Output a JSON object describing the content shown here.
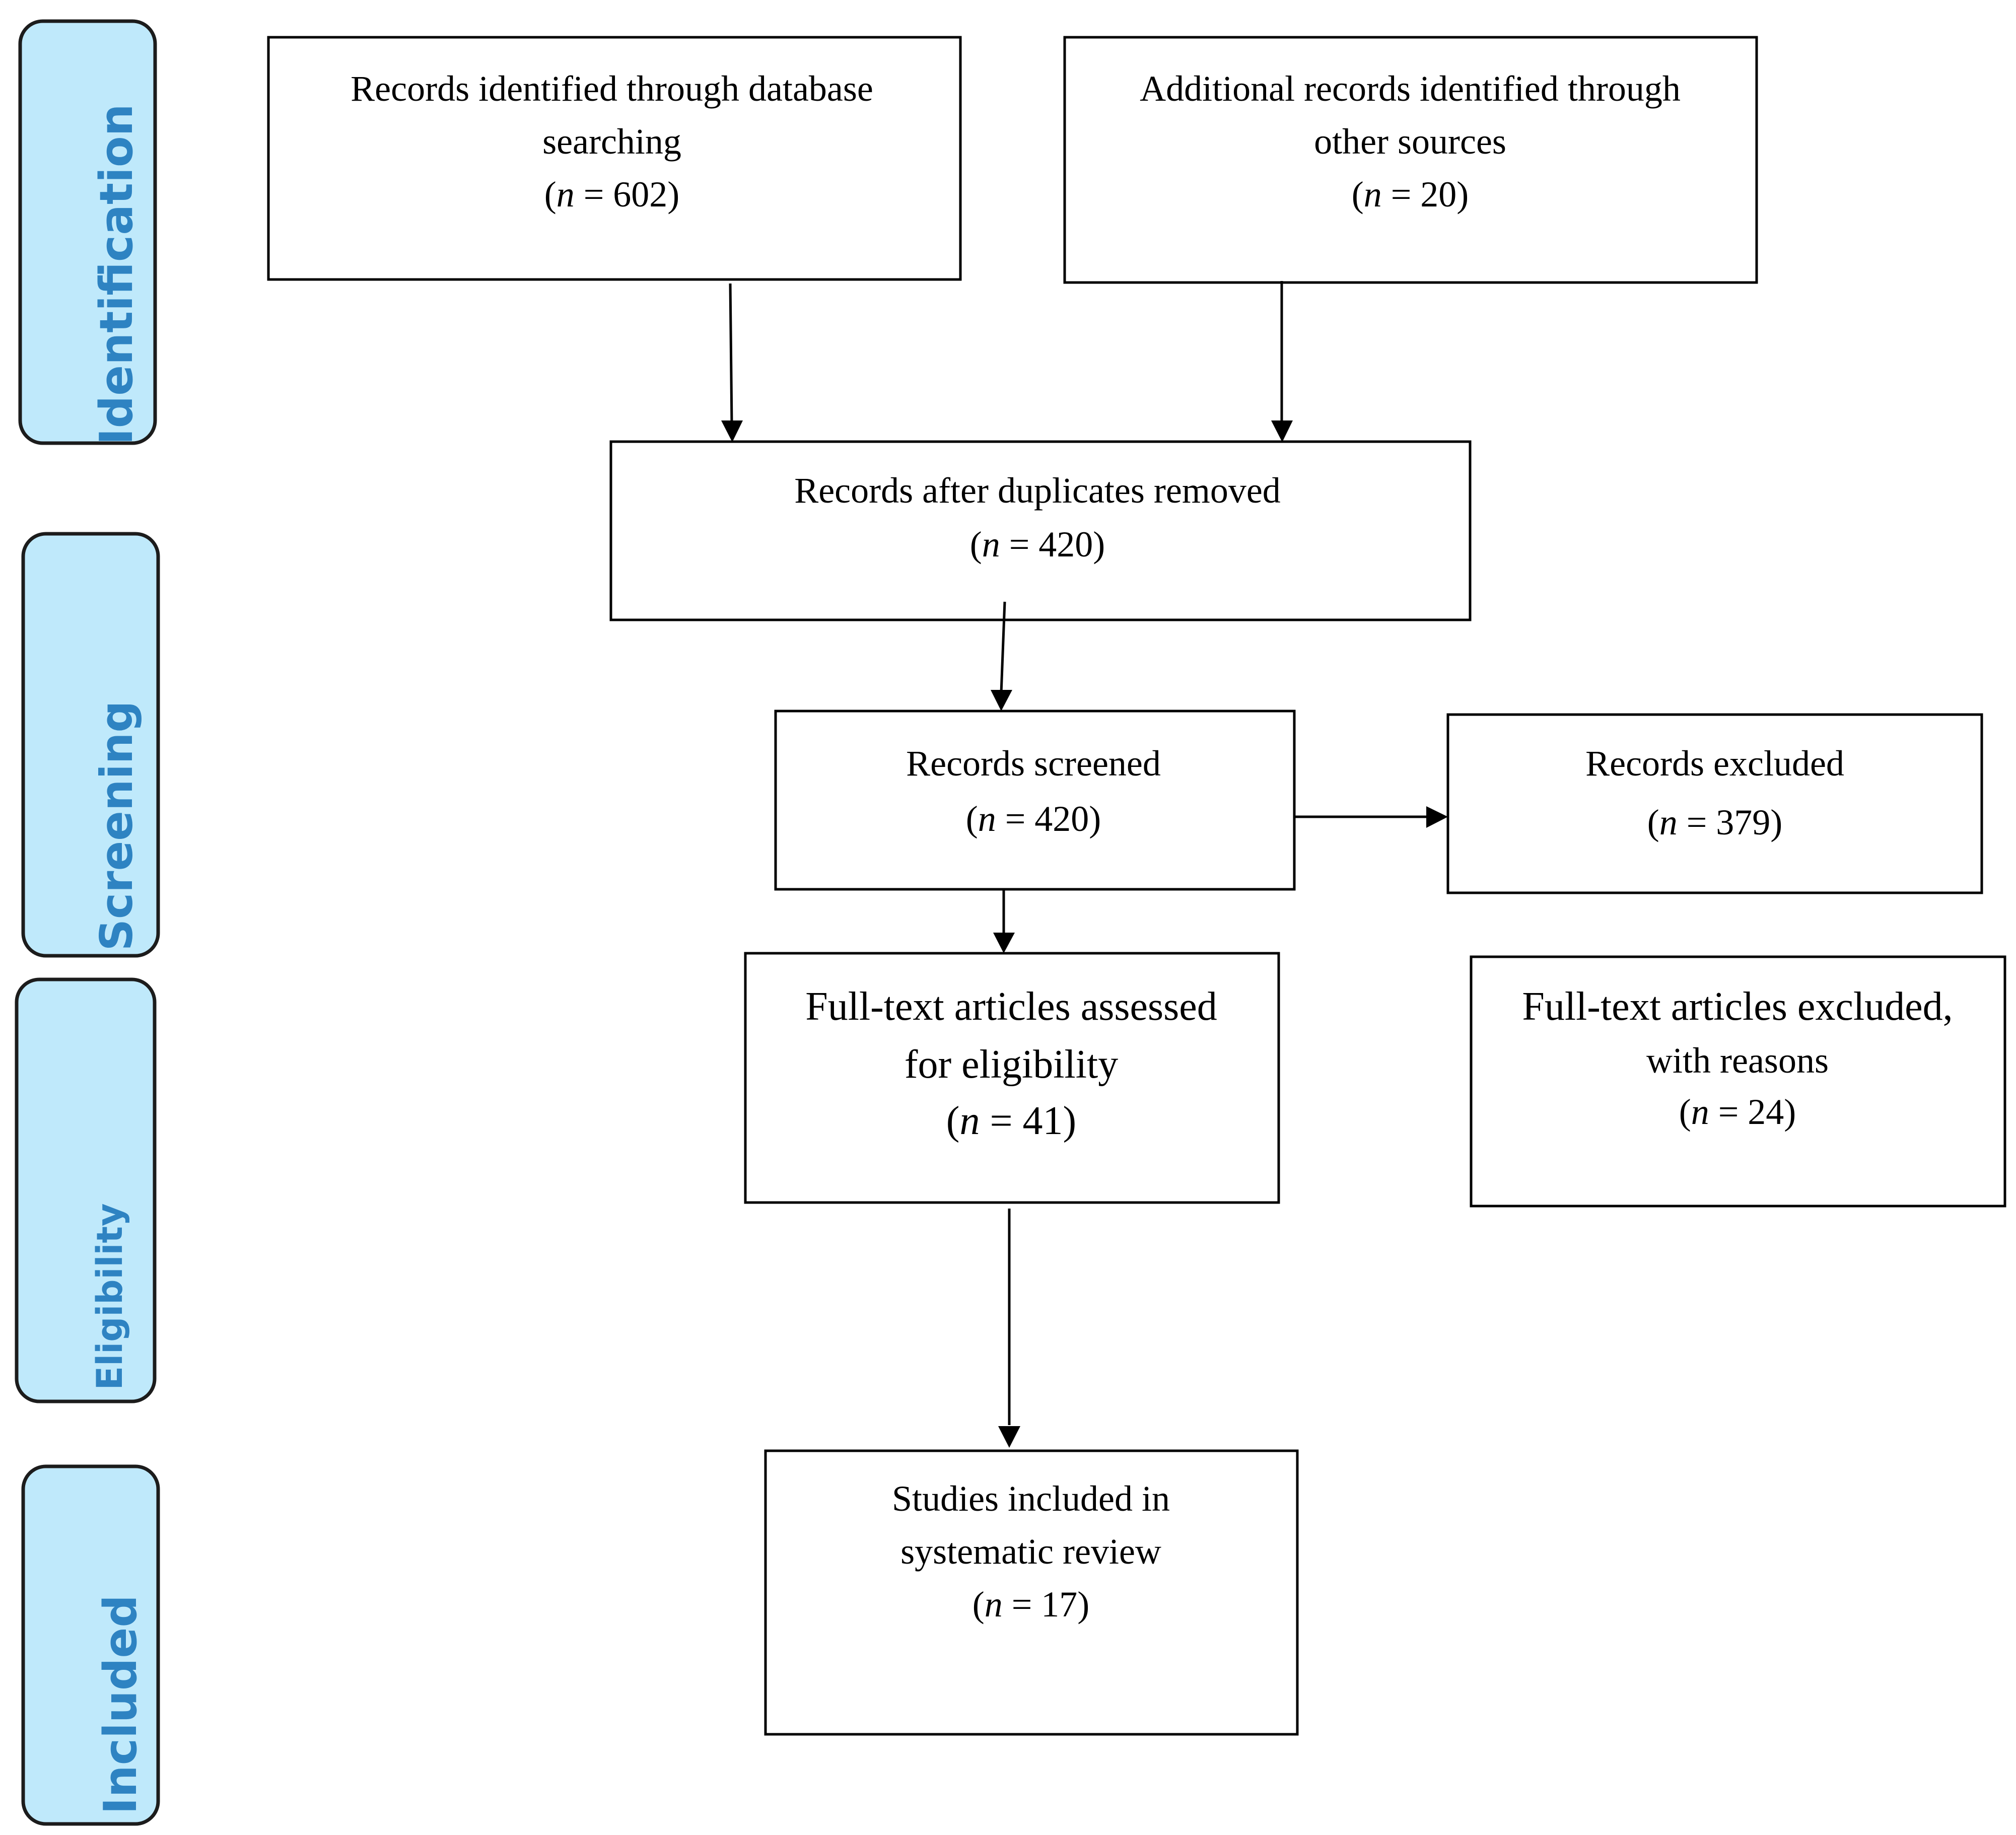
{
  "phases": {
    "identification": "Identification",
    "screening": "Screening",
    "eligibility": "Eligibility",
    "included": "Included"
  },
  "boxes": {
    "database_search": {
      "line1": "Records identified through database",
      "line2": "searching",
      "count_prefix": "(",
      "n": "n",
      "count_suffix": " = 602)"
    },
    "other_sources": {
      "line1": "Additional records identified through",
      "line2": "other sources",
      "count_prefix": "(",
      "n": "n",
      "count_suffix": " = 20)"
    },
    "duplicates_removed": {
      "line1": "Records after duplicates removed",
      "count_prefix": "(",
      "n": "n",
      "count_suffix": " = 420)"
    },
    "screened": {
      "line1": "Records screened",
      "count_prefix": "(",
      "n": "n",
      "count_suffix": " = 420)"
    },
    "excluded": {
      "line1": "Records excluded",
      "count_prefix": "(",
      "n": "n",
      "count_suffix": " = 379)"
    },
    "fulltext_assessed": {
      "line1": "Full-text articles assessed",
      "line2": "for eligibility",
      "count_prefix": "(",
      "n": "n",
      "count_suffix": " = 41)"
    },
    "fulltext_excluded": {
      "line1": "Full-text articles excluded,",
      "line2": "with reasons",
      "count_prefix": "(",
      "n": "n",
      "count_suffix": " = 24)"
    },
    "included_studies": {
      "line1": "Studies included in",
      "line2": "systematic review",
      "count_prefix": "(",
      "n": "n",
      "count_suffix": " = 17)"
    }
  },
  "colors": {
    "phase_fill": "#bfe9fb",
    "phase_text": "#2e83c2",
    "box_stroke": "#000000"
  }
}
